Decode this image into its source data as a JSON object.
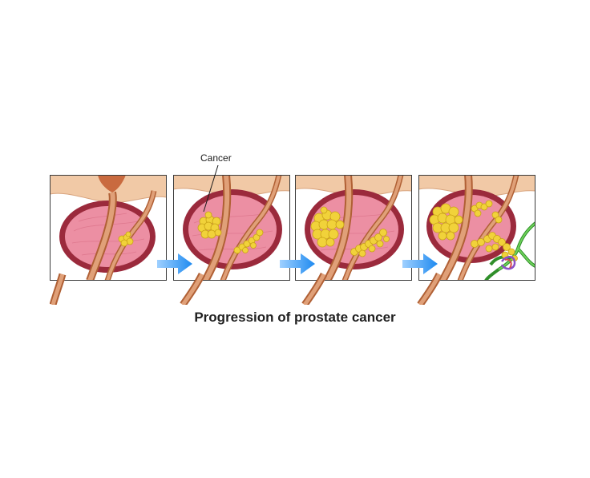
{
  "diagram": {
    "callout_label": "Cancer",
    "caption": "Progression of prostate cancer",
    "colors": {
      "gland_fill": "#ec8fa3",
      "gland_rim": "#9b2a3c",
      "tissue_top": "#f1c9a6",
      "duct": "#d98a5f",
      "tumor": "#f1d23a",
      "arrow": "#1e8af0",
      "vessel": "#3fb23c",
      "frame": "#3a3a3a"
    },
    "stages": [
      {
        "stage": 1,
        "icon": "prostate-small-tumor-icon"
      },
      {
        "stage": 2,
        "icon": "prostate-growing-tumor-icon"
      },
      {
        "stage": 3,
        "icon": "prostate-large-tumor-icon"
      },
      {
        "stage": 4,
        "icon": "prostate-metastasis-icon"
      }
    ],
    "arrows": [
      "arrow-right-icon",
      "arrow-right-icon",
      "arrow-right-icon"
    ]
  }
}
